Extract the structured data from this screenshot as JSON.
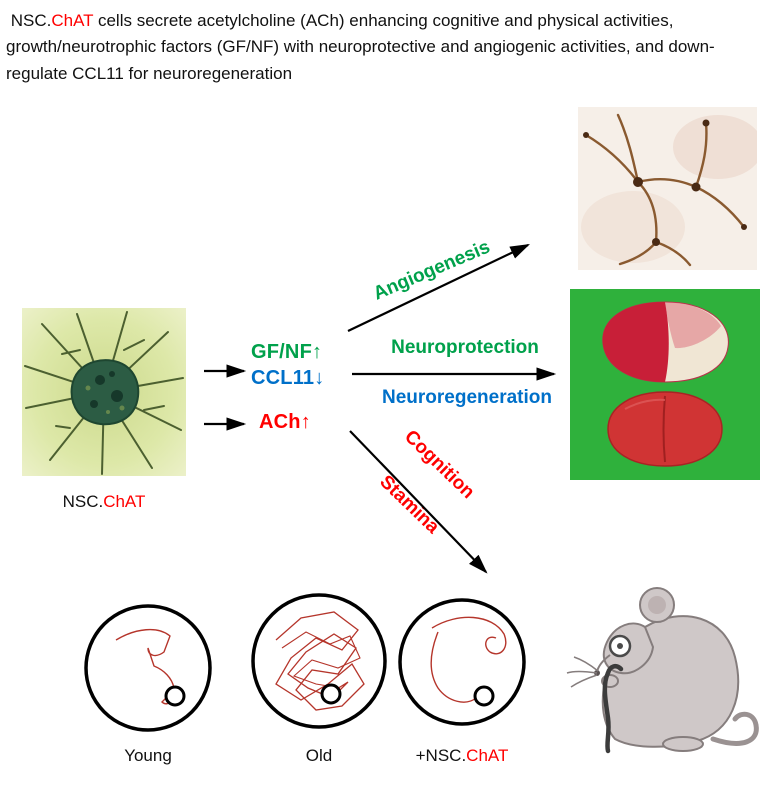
{
  "colors": {
    "green": "#00A14B",
    "blue": "#0070C9",
    "red": "#FF0000"
  },
  "title": {
    "pre": " NSC.",
    "highlight": "ChAT",
    "post": " cells secrete acetylcholine (ACh) enhancing cognitive and physical activities, growth/neurotrophic factors (GF/NF) with neuroprotective and angiogenic activities, and down-regulate CCL11 for neuroregeneration"
  },
  "cell": {
    "label_pre": "NSC.",
    "label_highlight": "ChAT"
  },
  "mediators": {
    "gfnf": "GF/NF↑",
    "ccl11": "CCL11↓",
    "ach": "ACh↑"
  },
  "pathways": {
    "angiogenesis": "Angiogenesis",
    "neuroprotection": "Neuroprotection",
    "neuroregeneration": "Neuroregeneration",
    "cognition": "Cognition",
    "stamina": "Stamina"
  },
  "tracks": {
    "young": "Young",
    "old": "Old",
    "treated_pre": "+NSC.",
    "treated_highlight": "ChAT"
  }
}
